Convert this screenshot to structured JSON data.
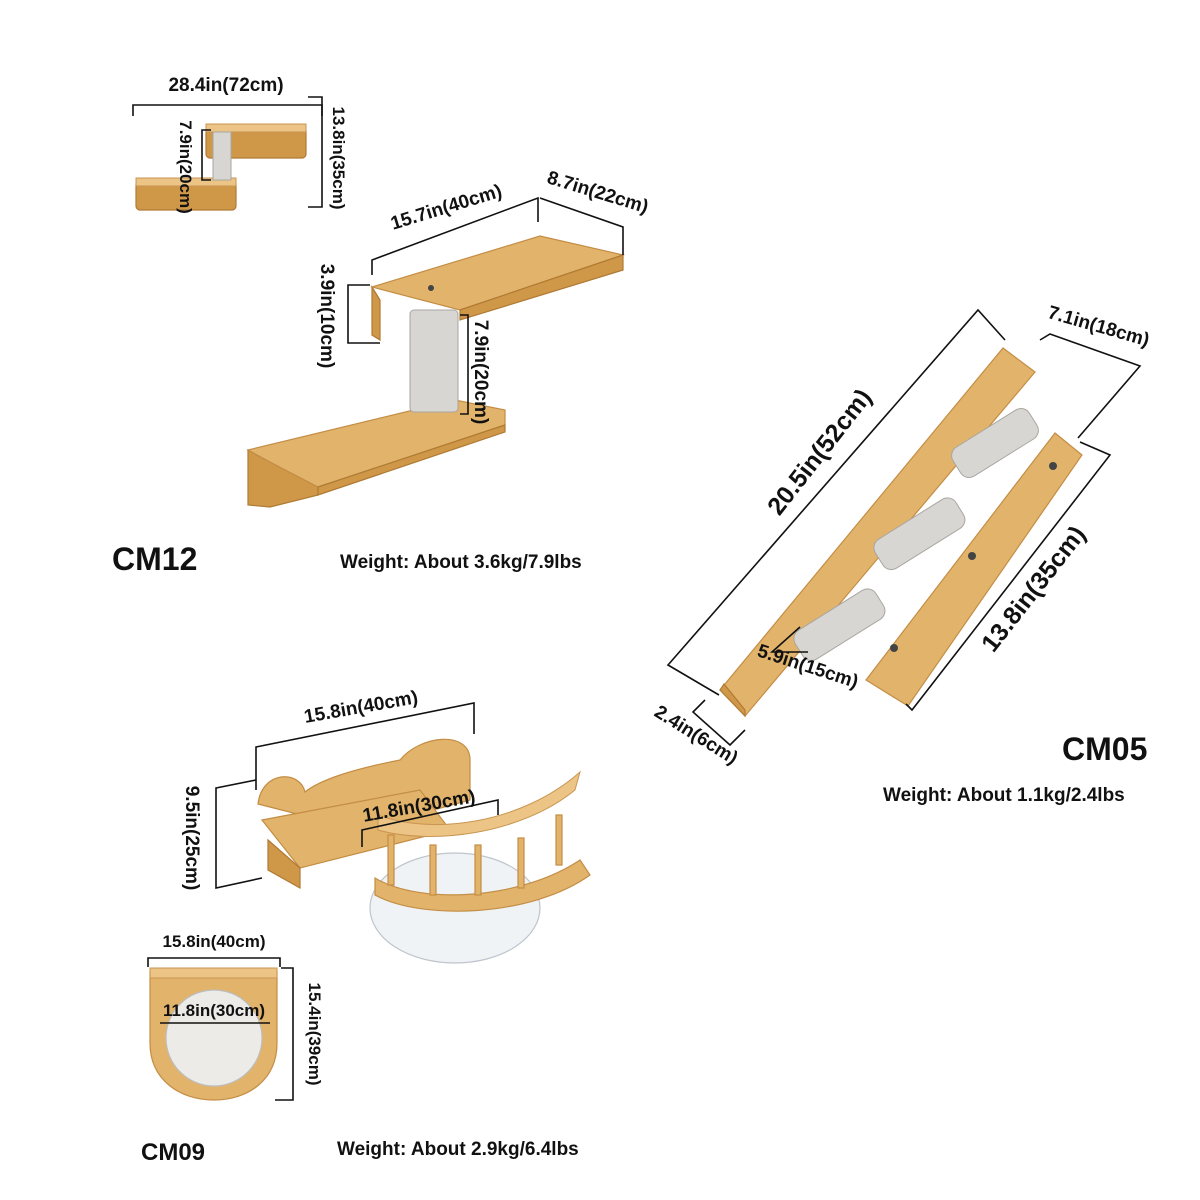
{
  "cm12": {
    "model": "CM12",
    "weight": "Weight: About 3.6kg/7.9lbs",
    "dims": {
      "overall_width": "28.4in(72cm)",
      "overall_height": "13.8in(35cm)",
      "small_post": "7.9in(20cm)",
      "length": "15.7in(40cm)",
      "depth": "8.7in(22cm)",
      "side_height": "3.9in(10cm)",
      "post_height": "7.9in(20cm)"
    }
  },
  "cm05": {
    "model": "CM05",
    "weight": "Weight: About 1.1kg/2.4lbs",
    "dims": {
      "length": "20.5in(52cm)",
      "width": "7.1in(18cm)",
      "span": "13.8in(35cm)",
      "step": "5.9in(15cm)",
      "board": "2.4in(6cm)"
    }
  },
  "cm09": {
    "model": "CM09",
    "weight": "Weight: About 2.9kg/6.4lbs",
    "dims": {
      "width": "15.8in(40cm)",
      "height": "9.5in(25cm)",
      "bowl": "11.8in(30cm)",
      "top_width": "15.8in(40cm)",
      "top_bowl": "11.8in(30cm)",
      "top_depth": "15.4in(39cm)"
    }
  },
  "colors": {
    "wood": "#e2b36a",
    "sisal": "#d8d6d2",
    "text": "#111111"
  }
}
